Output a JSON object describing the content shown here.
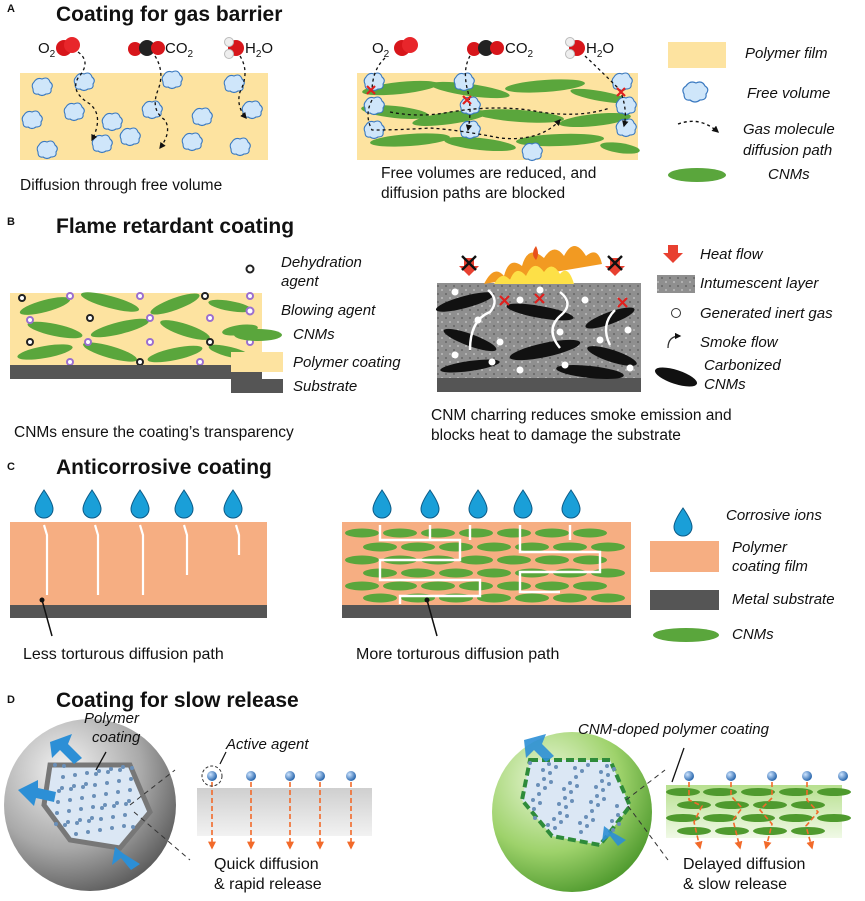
{
  "colors": {
    "polymer_film": "#fde3a0",
    "free_volume": "#cfe6fa",
    "cnm": "#5aa63c",
    "coating_film": "#f6ae82",
    "substrate": "#555555",
    "corrosive_ion": "#1a9fd8",
    "heat_flow": "#e84030",
    "intumescent": "#8c8c8c",
    "blowing_agent": "#9b6fd0",
    "arrow_orange": "#f26a2a",
    "shell_blue": "#2c8fd6"
  },
  "panel_a": {
    "label": "A",
    "title": "Coating for gas barrier",
    "gas_o2": "O",
    "gas_o2_sub": "2",
    "gas_co2": "CO",
    "gas_co2_sub": "2",
    "gas_h2o_a": "H",
    "gas_h2o_sub": "2",
    "gas_h2o_b": "O",
    "caption_left": "Diffusion through free volume",
    "caption_right_1": "Free volumes are reduced, and",
    "caption_right_2": "diffusion paths are blocked",
    "legend": {
      "polymer_film": "Polymer film",
      "free_volume": "Free volume",
      "path_1": "Gas molecule",
      "path_2": "diffusion path",
      "cnms": "CNMs"
    }
  },
  "panel_b": {
    "label": "B",
    "title": "Flame retardant coating",
    "legend_left": {
      "dehydration_1": "Dehydration",
      "dehydration_2": "agent",
      "blowing": "Blowing agent",
      "cnms": "CNMs",
      "polymer_coating": "Polymer coating",
      "substrate": "Substrate"
    },
    "caption_left": "CNMs ensure the coating’s transparency",
    "legend_right": {
      "heat_flow": "Heat flow",
      "intumescent": "Intumescent layer",
      "inert_gas": "Generated inert gas",
      "smoke_flow": "Smoke flow",
      "carbonized_1": "Carbonized",
      "carbonized_2": "CNMs"
    },
    "caption_right_1": "CNM charring reduces smoke emission and",
    "caption_right_2": "blocks heat to damage the substrate"
  },
  "panel_c": {
    "label": "C",
    "title": "Anticorrosive coating",
    "caption_left": "Less torturous diffusion path",
    "caption_right": "More torturous diffusion path",
    "legend": {
      "ions": "Corrosive ions",
      "film_1": "Polymer",
      "film_2": "coating film",
      "metal": "Metal substrate",
      "cnms": "CNMs"
    }
  },
  "panel_d": {
    "label": "D",
    "title": "Coating for slow release",
    "polymer_coating_1": "Polymer",
    "polymer_coating_2": "coating",
    "active_agent": "Active agent",
    "caption_left_1": "Quick diffusion",
    "caption_left_2": "& rapid release",
    "cnm_doped": "CNM-doped polymer coating",
    "caption_right_1": "Delayed diffusion",
    "caption_right_2": "& slow release"
  }
}
